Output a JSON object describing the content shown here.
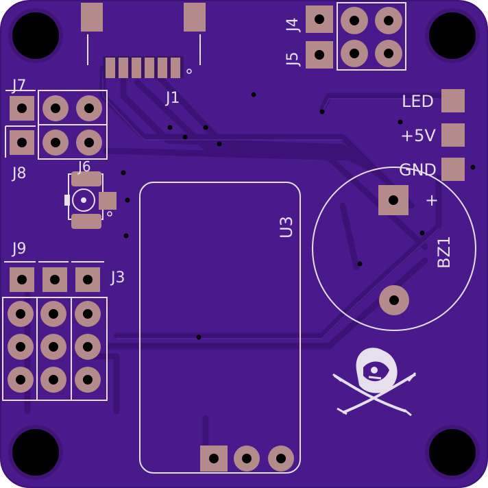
{
  "board": {
    "colors": {
      "substrate": "#4a1a8c",
      "substrate_edge": "#3c1274",
      "trace": "#41157d",
      "trace_light": "#5a2aa0",
      "copper": "#b58a8a",
      "copper_dark": "#4a1a6a",
      "silkscreen": "#e6e0ec",
      "hole": "#000000"
    },
    "labels": {
      "j1": "J1",
      "j3": "J3",
      "j4": "J4",
      "j5": "J5",
      "j6": "J6",
      "j7": "J7",
      "j8": "J8",
      "j9": "J9",
      "u3": "U3",
      "bz1": "BZ1",
      "led": "LED",
      "plus5v": "+5V",
      "gnd": "GND",
      "plus": "+"
    },
    "logo": "pirate-skull-crossed-swords"
  }
}
